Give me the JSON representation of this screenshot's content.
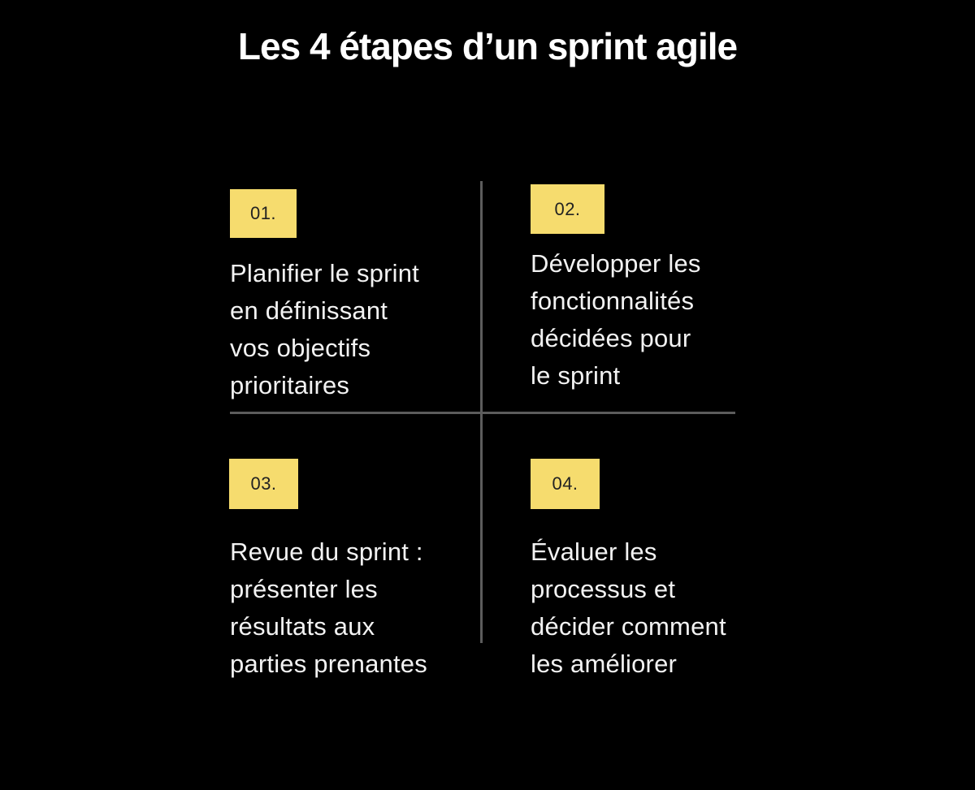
{
  "title": "Les 4 étapes d’un sprint agile",
  "colors": {
    "background": "#000000",
    "title_text": "#FFFFFF",
    "body_text": "#F2F2F2",
    "badge_yellow": "#F6DC6E",
    "badge_text": "#222222",
    "divider_gray": "#5C5C5C"
  },
  "steps": [
    {
      "number": "01.",
      "text": "Planifier le sprint\nen définissant\nvos objectifs\nprioritaires"
    },
    {
      "number": "02.",
      "text": "Développer les\nfonctionnalités\ndécidées pour\nle sprint"
    },
    {
      "number": "03.",
      "text": "Revue du sprint :\nprésenter les\nrésultats aux\nparties prenantes"
    },
    {
      "number": "04.",
      "text": "Évaluer les\nprocessus et\ndécider comment\nles améliorer"
    }
  ]
}
